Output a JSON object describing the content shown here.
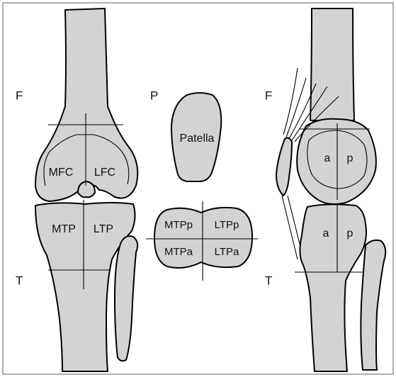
{
  "frontal_view": {
    "femur_letter": "F",
    "tibia_letter": "T",
    "regions": {
      "mfc": "MFC",
      "lfc": "LFC",
      "mtp": "MTP",
      "ltp": "LTP"
    }
  },
  "middle": {
    "patella_letter": "P",
    "patella_label": "Patella",
    "plateau_regions": {
      "mtpp": "MTPp",
      "ltpp": "LTPp",
      "mtpa": "MTPa",
      "ltpa": "LTPa"
    }
  },
  "lateral_view": {
    "femur_letter": "F",
    "tibia_letter": "T",
    "femur_regions": {
      "anterior": "a",
      "posterior": "p"
    },
    "tibia_regions": {
      "anterior": "a",
      "posterior": "p"
    }
  }
}
